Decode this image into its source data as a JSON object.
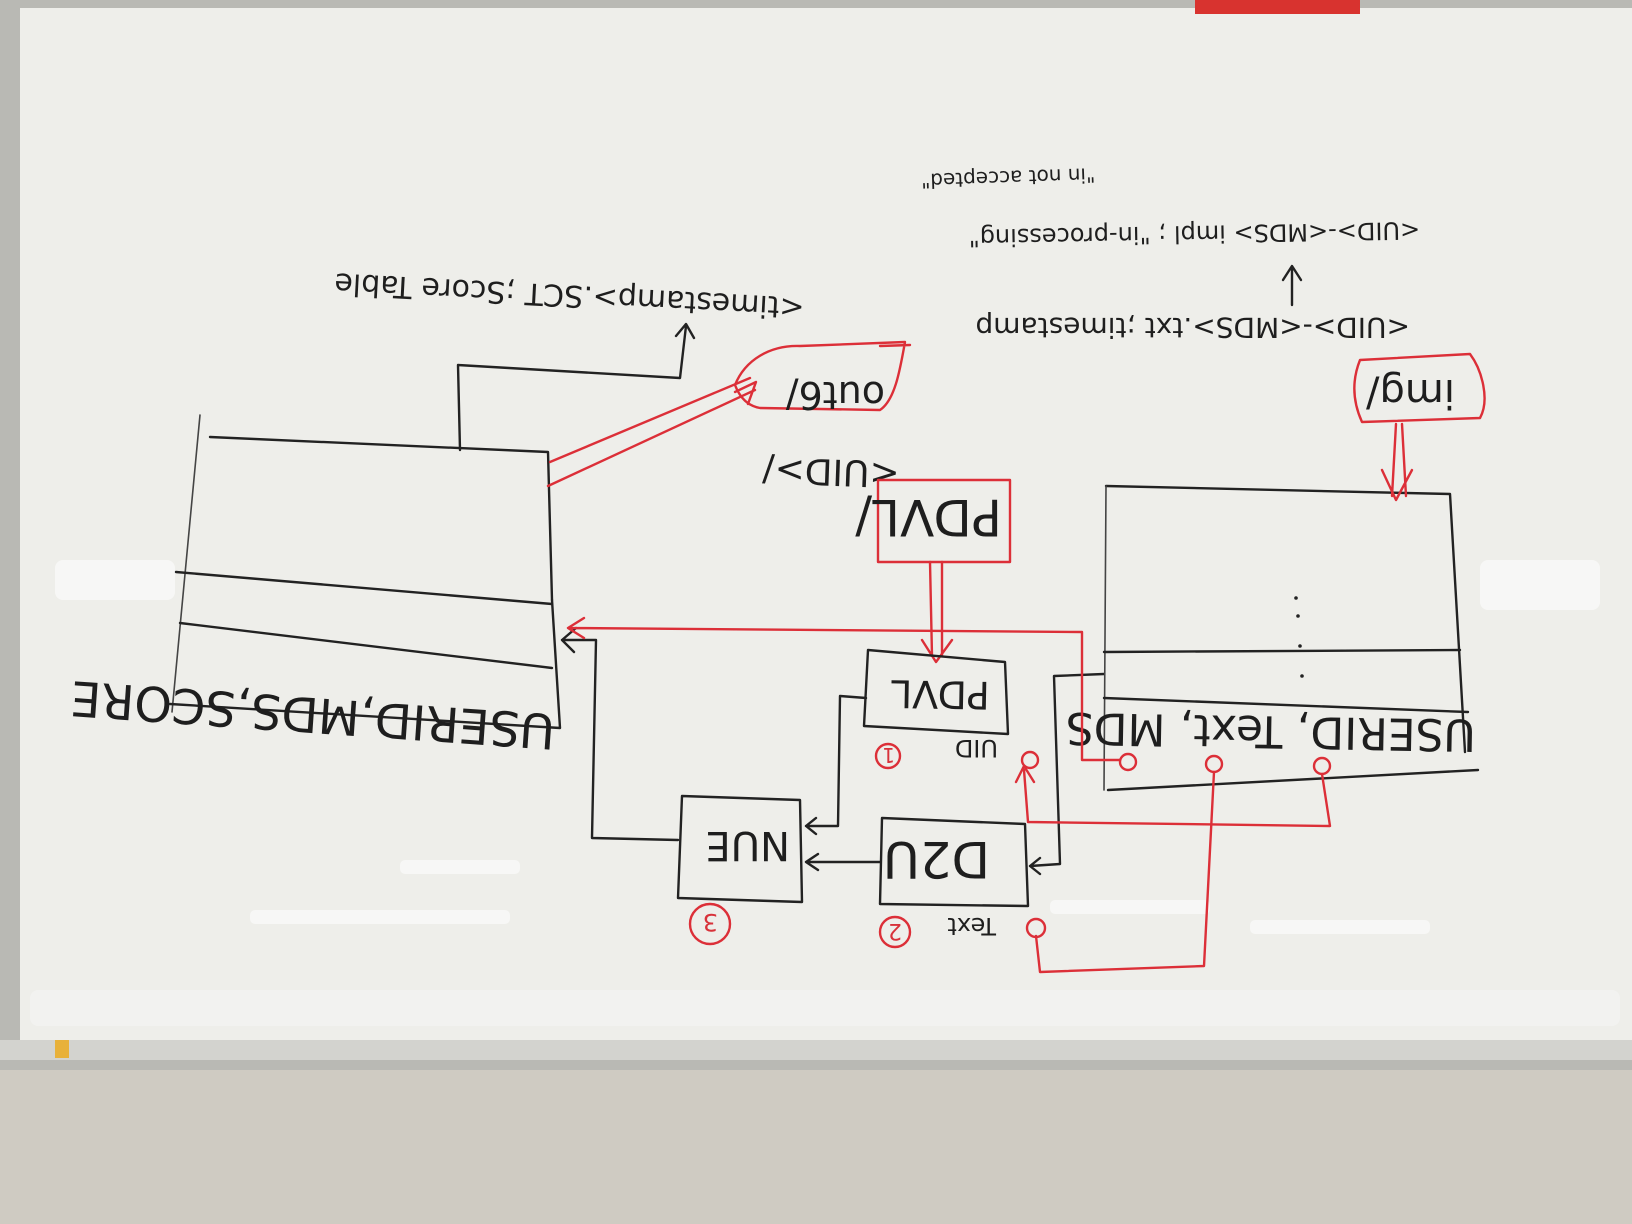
{
  "board": {
    "colors": {
      "board": "#eeeeea",
      "frame": "#bcbcb8",
      "wall": "#cfcbc2",
      "black_marker": "#222222",
      "red_marker": "#dc2f38"
    },
    "mirrored_labels": {
      "left_table_columns": "USERID,MDS,SCORE",
      "score_table_note": "<timestamp>.SCT ;Score Table",
      "out_folder": "out6/",
      "uid_folder": "<UID>/",
      "pdvl_folder": "PDVL/",
      "pdvl_step": "PDVL",
      "pdvl_input": "UID",
      "step1": "1",
      "d2u_step": "D2U",
      "d2u_input": "Text",
      "step2": "2",
      "nue_step": "NUE",
      "step3": "3",
      "right_table_columns": "USERID, Text, MDS",
      "img_folder": "img/",
      "txt_note": "<UID>-<MDS>.txt ;timestamp",
      "impl_note": "<UID>-<MDS> impl ; \"in-processing\"",
      "impl_note_2": "\"in not accepted\""
    }
  }
}
